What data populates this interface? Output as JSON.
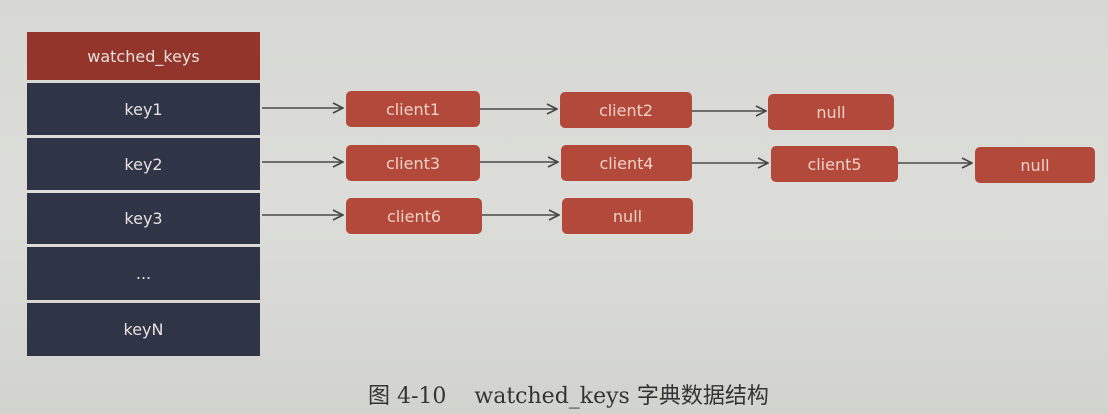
{
  "diagram": {
    "header": "watched_keys",
    "keys": [
      "key1",
      "key2",
      "key3",
      "...",
      "keyN"
    ],
    "chains": [
      [
        "client1",
        "client2",
        "null"
      ],
      [
        "client3",
        "client4",
        "client5",
        "null"
      ],
      [
        "client6",
        "null"
      ]
    ],
    "colors": {
      "header": "#93352b",
      "key": "#2f3547",
      "node": "#b2493a",
      "background": "#d8d9d4"
    }
  },
  "caption": "图 4-10    watched_keys 字典数据结构"
}
